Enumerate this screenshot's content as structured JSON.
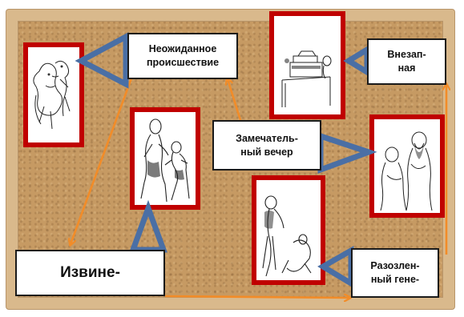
{
  "labels": {
    "neozhidannoe": "Неожиданное\nпроисшествие",
    "vnezapnaya": "Внезап-\nная",
    "zamechatelny": "Замечатель-\nный вечер",
    "izvine": "Извине-",
    "razozlenny": "Разозлен-\nный гене-"
  },
  "colors": {
    "card_border": "#c00000",
    "arrow_orange": "#f28c28",
    "triangle_blue": "#4a6fa5",
    "cork": "#c69a63",
    "frame": "#d9b98c"
  },
  "illustrations": [
    "chekhov-sketch-figures-left",
    "chekhov-sketch-two-men-center",
    "chekhov-sketch-desk-top",
    "chekhov-sketch-two-men-right",
    "chekhov-sketch-bowing-man-bottom"
  ]
}
